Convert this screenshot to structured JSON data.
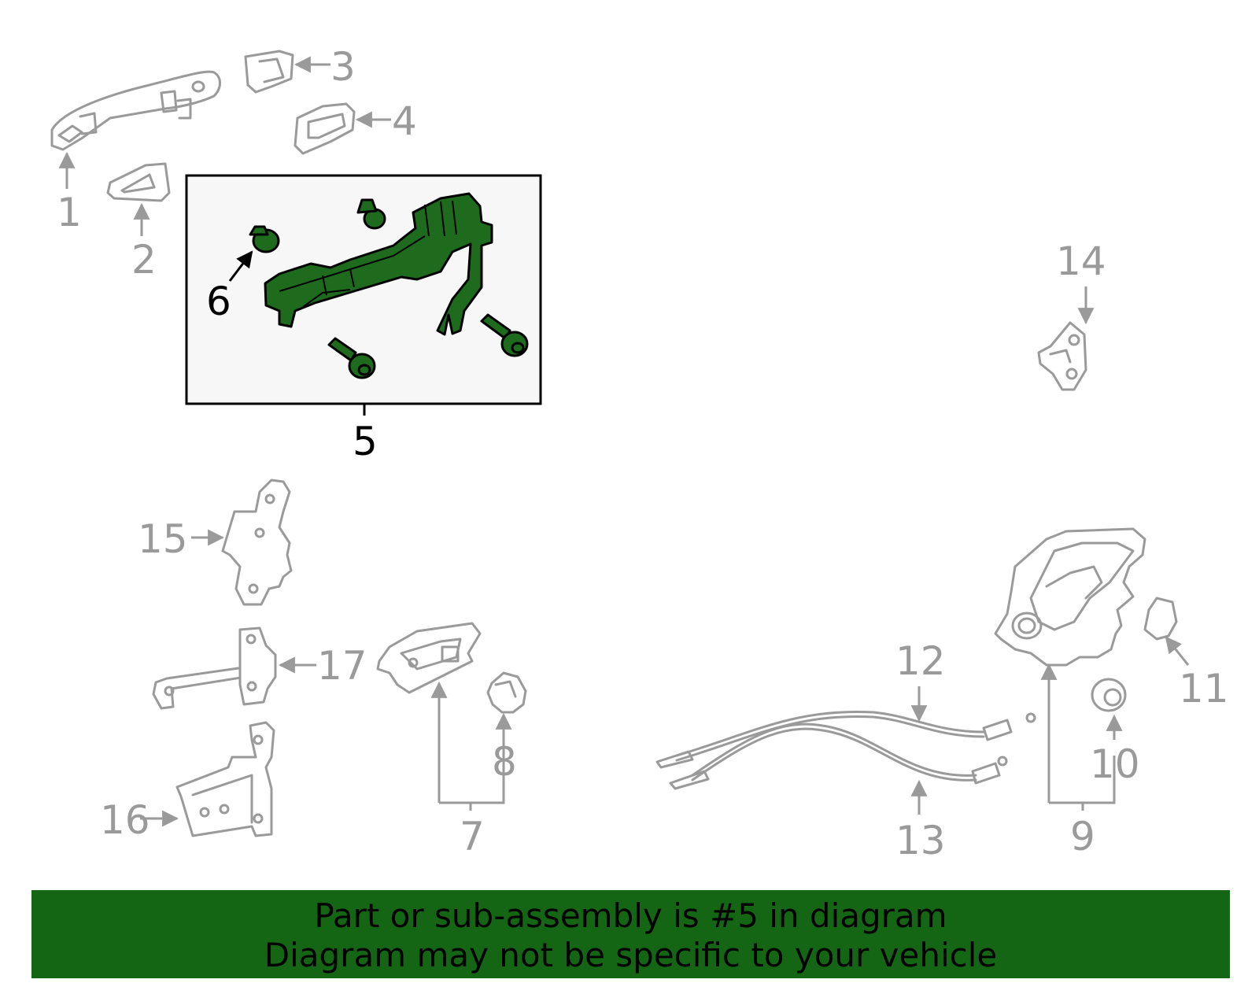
{
  "diagram": {
    "labels": [
      "1",
      "2",
      "3",
      "4",
      "5",
      "6",
      "7",
      "8",
      "9",
      "10",
      "11",
      "12",
      "13",
      "14",
      "15",
      "16",
      "17"
    ],
    "highlighted_part": "5",
    "colors": {
      "highlight": "#1e6b1e",
      "parts": "#9a9a9a",
      "banner": "#146614",
      "box_fill": "#f7f7f7"
    }
  },
  "banner": {
    "line1": "Part or sub-assembly is #5 in diagram",
    "line2": "Diagram may not be specific to your vehicle"
  }
}
